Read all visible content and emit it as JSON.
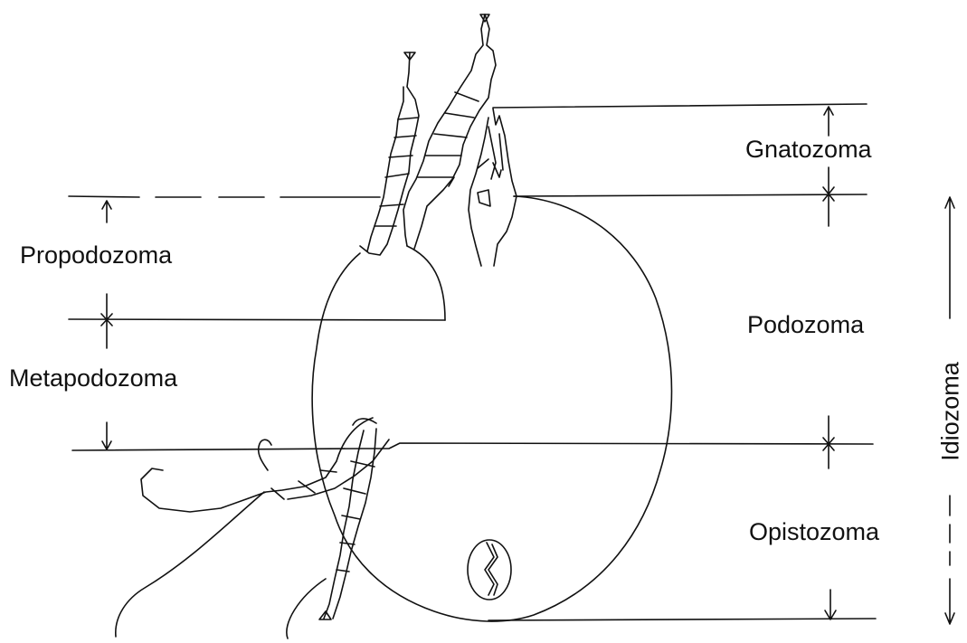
{
  "labels": {
    "gnatozoma": "Gnatozoma",
    "propodozoma": "Propodozoma",
    "podozoma": "Podozoma",
    "metapodozoma": "Metapodozoma",
    "opistozoma": "Opistozoma",
    "idiozoma": "Idiozoma"
  },
  "colors": {
    "ink": "#111111",
    "background": "#ffffff"
  }
}
